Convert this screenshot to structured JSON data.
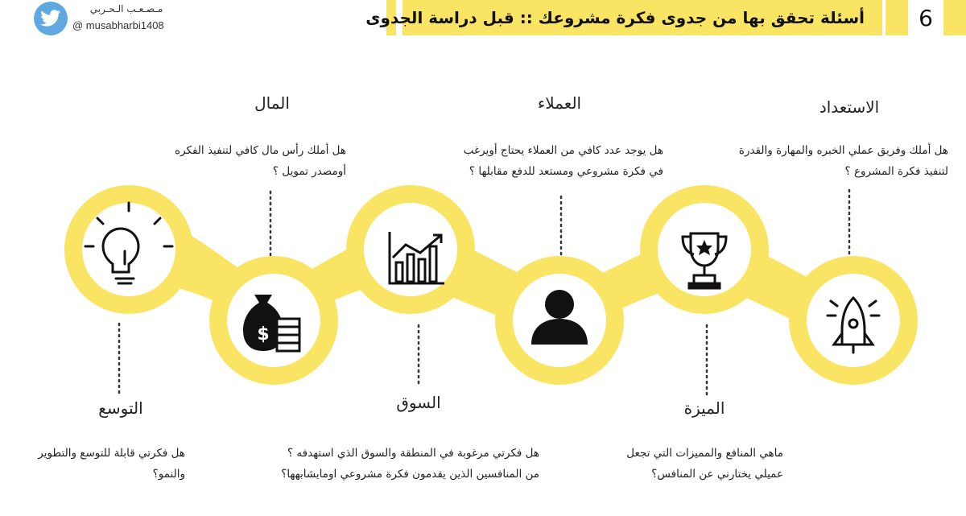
{
  "header": {
    "page_number": "6",
    "title": "أسئلة تحقق بها من جدوى فكرة مشروعك :: قبل دراسة الجدوى"
  },
  "author": {
    "name": "مـصـعـب الـحـربي",
    "handle": "@ musabharbi1408",
    "icon": "twitter-bird-icon"
  },
  "colors": {
    "accent": "#f9e463",
    "twitter": "#5fa8e0",
    "text": "#222222"
  },
  "stages": [
    {
      "key": "readiness",
      "icon": "rocket-icon",
      "label": "الاستعداد",
      "lines": [
        "هل أملك وفريق عملي الخبره والمهارة والقدرة",
        "لتنفيذ فكرة المشروع ؟"
      ]
    },
    {
      "key": "advantage",
      "icon": "trophy-icon",
      "label": "الميزة",
      "lines": [
        "ماهي المنافع والمميزات التي تجعل",
        "عميلي يختارني عن المنافس؟"
      ]
    },
    {
      "key": "customers",
      "icon": "person-icon",
      "label": "العملاء",
      "lines": [
        "هل يوجد عدد كافي من العملاء يحتاج أويرغب",
        "في فكرة مشروعي ومستعد للدفع مقابلها ؟"
      ]
    },
    {
      "key": "market",
      "icon": "growth-chart-icon",
      "label": "السوق",
      "lines": [
        "هل فكرتي مرغوبة في المنطقة والسوق الذي استهدفه ؟",
        "من المنافسين الذين يقدمون فكرة مشروعي اومايشابهها؟"
      ]
    },
    {
      "key": "money",
      "icon": "money-bag-icon",
      "label": "المال",
      "lines": [
        "هل أملك رأس مال كافي لتنفيذ الفكره",
        "أومصدر تمويل ؟"
      ]
    },
    {
      "key": "expansion",
      "icon": "lightbulb-icon",
      "label": "التوسع",
      "lines": [
        "هل فكرتي قابلة للتوسع والتطوير",
        "والنمو؟"
      ]
    }
  ]
}
